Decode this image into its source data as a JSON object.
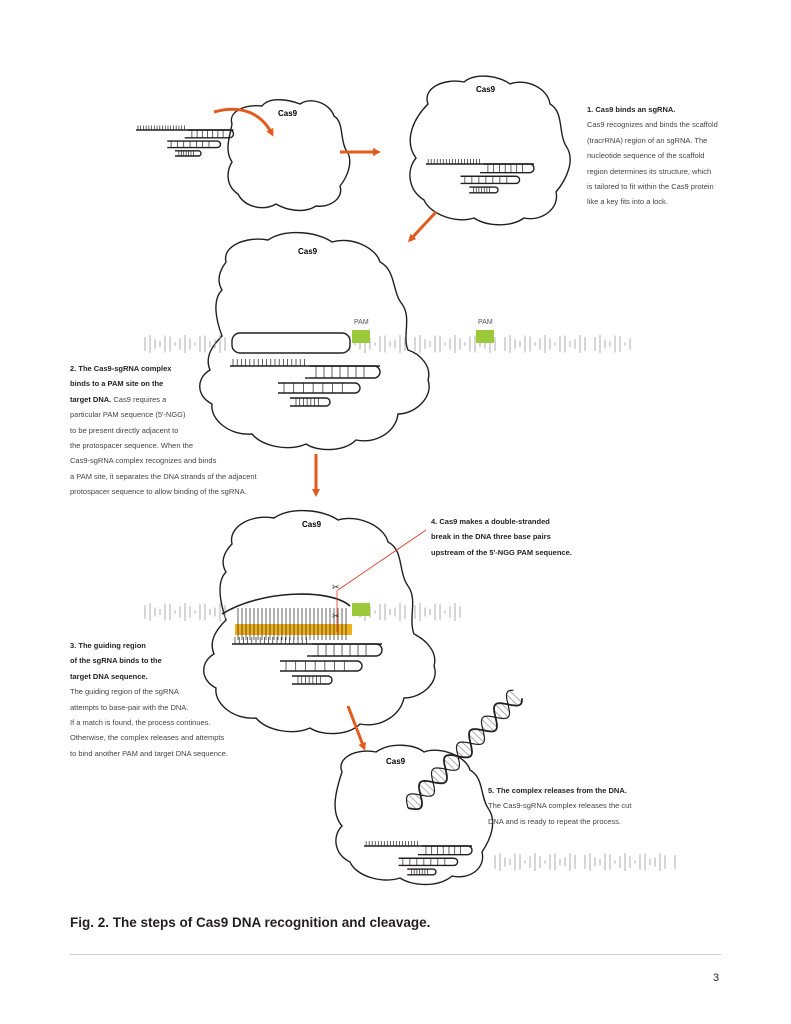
{
  "protein_label": "Cas9",
  "pam_label": "PAM",
  "colors": {
    "arrow": "#e35a1d",
    "pam": "#9cc93a",
    "guide_pairing": "#f0b21a",
    "cut_line": "#e03a2e"
  },
  "steps": [
    {
      "number": "1.",
      "heading": "Cas9 binds an sgRNA.",
      "lines": [
        "Cas9 recognizes and binds the scaffold",
        "(tracrRNA) region of an sgRNA. The",
        "nucleotide sequence of the scaffold",
        "region determines its structure, which",
        "is tailored to fit within the Cas9 protein",
        "like a key fits into a lock."
      ]
    },
    {
      "number": "2.",
      "heading_lines": [
        "The Cas9-sgRNA complex",
        "binds to a PAM site on the",
        "target DNA."
      ],
      "lines_after_heading": "Cas9 requires a",
      "lines": [
        "particular PAM sequence (5'-NGG)",
        "to be present directly adjacent to",
        "the protospacer sequence. When the",
        "Cas9-sgRNA complex recognizes and binds",
        "a PAM site, it separates the DNA strands of the adjacent",
        "protospacer sequence to allow binding of the sgRNA."
      ]
    },
    {
      "number": "3.",
      "heading_lines": [
        "The guiding region",
        "of the sgRNA binds to the",
        "target DNA sequence."
      ],
      "lines": [
        "The guiding region of the sgRNA",
        "attempts to base-pair with the DNA.",
        "If a match is found, the process continues.",
        "Otherwise, the complex releases and attempts",
        "to bind another PAM and target DNA sequence."
      ]
    },
    {
      "number": "4.",
      "heading_lines": [
        "Cas9 makes a double-stranded",
        "break in the DNA three base pairs",
        "upstream of the 5'-NGG PAM sequence."
      ]
    },
    {
      "number": "5.",
      "heading": "The complex releases from the DNA.",
      "lines": [
        "The Cas9-sgRNA complex releases the cut",
        "DNA and is ready to repeat the process."
      ]
    }
  ],
  "figure_caption": "Fig. 2. The steps of Cas9 DNA recognition and cleavage.",
  "page_number": "3"
}
